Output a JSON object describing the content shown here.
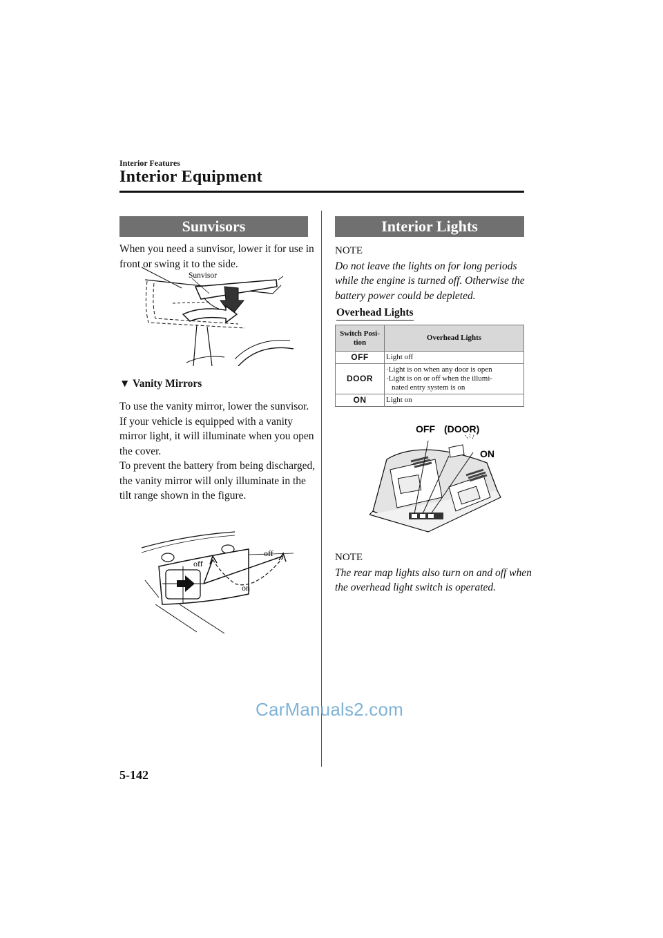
{
  "header": {
    "section": "Interior Features",
    "title": "Interior Equipment"
  },
  "sunvisors": {
    "heading": "Sunvisors",
    "intro": "When you need a sunvisor, lower it for use in front or swing it to the side.",
    "figure_label": "Sunvisor",
    "vanity": {
      "heading": "Vanity Mirrors",
      "paragraphs": [
        "To use the vanity mirror, lower the sunvisor.",
        "If your vehicle is equipped with a vanity mirror light, it will illuminate when you open the cover.",
        "To prevent the battery from being discharged, the vanity mirror will only illuminate in the tilt range shown in the figure."
      ],
      "figure_labels": {
        "off_left": "off",
        "off_right": "off",
        "on": "on"
      }
    }
  },
  "interior_lights": {
    "heading": "Interior Lights",
    "note1": {
      "label": "NOTE",
      "text": "Do not leave the lights on for long periods while the engine is turned off. Otherwise the battery power could be depleted."
    },
    "overhead": {
      "heading": "Overhead Lights",
      "table": {
        "headers": [
          "Switch Posi-tion",
          "Overhead Lights"
        ],
        "rows": [
          {
            "position": "OFF",
            "lines": [
              "Light off"
            ]
          },
          {
            "position": "DOOR",
            "lines": [
              "·Light is on when any door is open",
              "·Light is on or off when the illumi-",
              "nated entry system is on"
            ]
          },
          {
            "position": "ON",
            "lines": [
              "Light on"
            ]
          }
        ]
      },
      "figure_labels": {
        "off": "OFF",
        "door": "(DOOR)",
        "on": "ON"
      }
    },
    "note2": {
      "label": "NOTE",
      "text": "The rear map lights also turn on and off when the overhead light switch is operated."
    }
  },
  "footer": {
    "page_number": "5-142",
    "watermark": "CarManuals2.com"
  }
}
